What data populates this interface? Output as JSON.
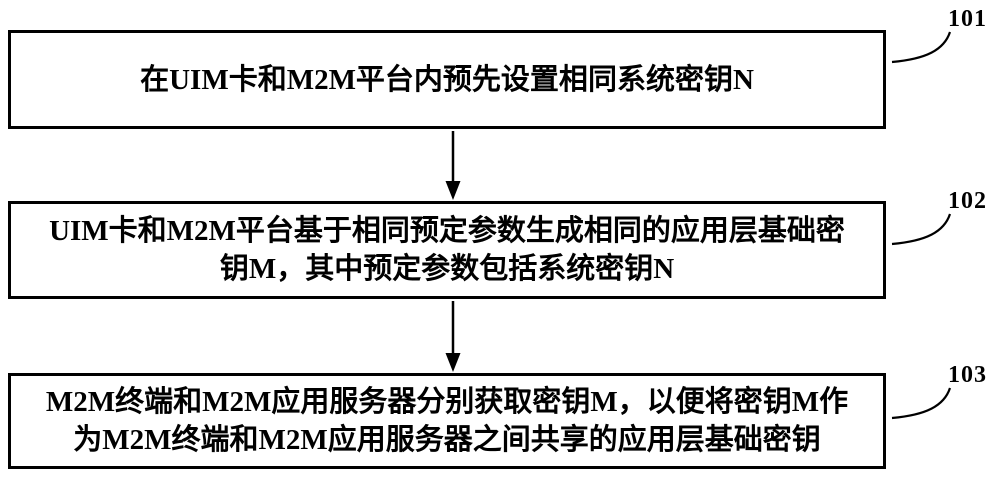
{
  "figure": {
    "steps": [
      {
        "id": "101",
        "lines": [
          "在UIM卡和M2M平台内预先设置相同系统密钥N"
        ]
      },
      {
        "id": "102",
        "lines": [
          "UIM卡和M2M平台基于相同预定参数生成相同的应用层基础密",
          "钥M，其中预定参数包括系统密钥N"
        ]
      },
      {
        "id": "103",
        "lines": [
          "M2M终端和M2M应用服务器分别获取密钥M，以便将密钥M作",
          "为M2M终端和M2M应用服务器之间共享的应用层基础密钥"
        ]
      }
    ]
  }
}
